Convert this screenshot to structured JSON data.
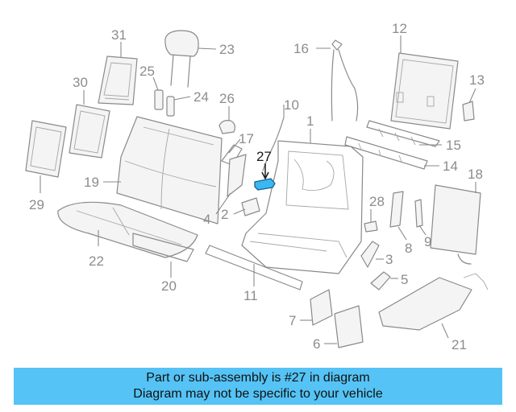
{
  "diagram": {
    "highlighted_part": "27",
    "highlight_color": "#39b8f2",
    "callouts": [
      "1",
      "2",
      "3",
      "4",
      "5",
      "6",
      "7",
      "8",
      "9",
      "10",
      "11",
      "12",
      "13",
      "14",
      "15",
      "16",
      "17",
      "18",
      "19",
      "20",
      "21",
      "22",
      "23",
      "24",
      "25",
      "26",
      "27",
      "28",
      "29",
      "30",
      "31"
    ]
  },
  "banner": {
    "line1": "Part or sub-assembly is #27 in diagram",
    "line2": "Diagram may not be specific to your vehicle",
    "background": "#55c3f5"
  }
}
